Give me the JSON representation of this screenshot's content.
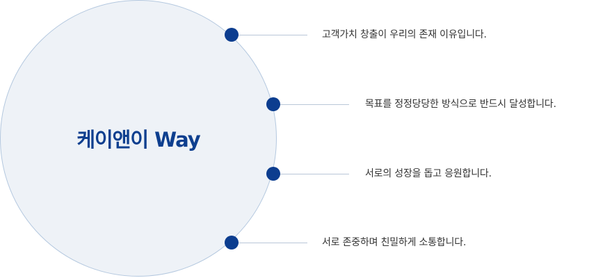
{
  "title": "케이앤이 Way",
  "items": [
    {
      "text": "고객가치 창출이 우리의 존재 이유입니다."
    },
    {
      "text": "목표를 정정당당한 방식으로 반드시 달성합니다."
    },
    {
      "text": "서로의 성장을 돕고 응원합니다."
    },
    {
      "text": "서로 존중하며 친밀하게 소통합니다."
    }
  ],
  "colors": {
    "accent": "#0c3d8f",
    "circle_fill": "#eef2f7",
    "circle_border": "#b4c8df",
    "connector": "#b9c7d8",
    "text": "#333333"
  }
}
